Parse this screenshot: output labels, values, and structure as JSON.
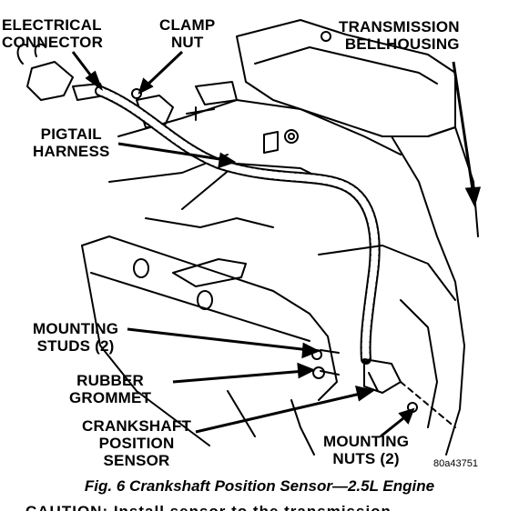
{
  "labels": {
    "electrical_connector": [
      "ELECTRICAL",
      "CONNECTOR"
    ],
    "clamp_nut": [
      "CLAMP",
      "NUT"
    ],
    "transmission_bellhousing": [
      "TRANSMISSION",
      "BELLHOUSING"
    ],
    "pigtail_harness": [
      "PIGTAIL",
      "HARNESS"
    ],
    "mounting_studs": [
      "MOUNTING",
      "STUDS (2)"
    ],
    "rubber_grommet": [
      "RUBBER",
      "GROMMET"
    ],
    "crankshaft_position_sensor": [
      "CRANKSHAFT",
      "POSITION",
      "SENSOR"
    ],
    "mounting_nuts": [
      "MOUNTING",
      "NUTS (2)"
    ]
  },
  "figure_code": "80a43751",
  "caption": "Fig. 6 Crankshaft Position Sensor—2.5L Engine",
  "cut_text": "CAUTION: Install sensor to the transmission"
}
